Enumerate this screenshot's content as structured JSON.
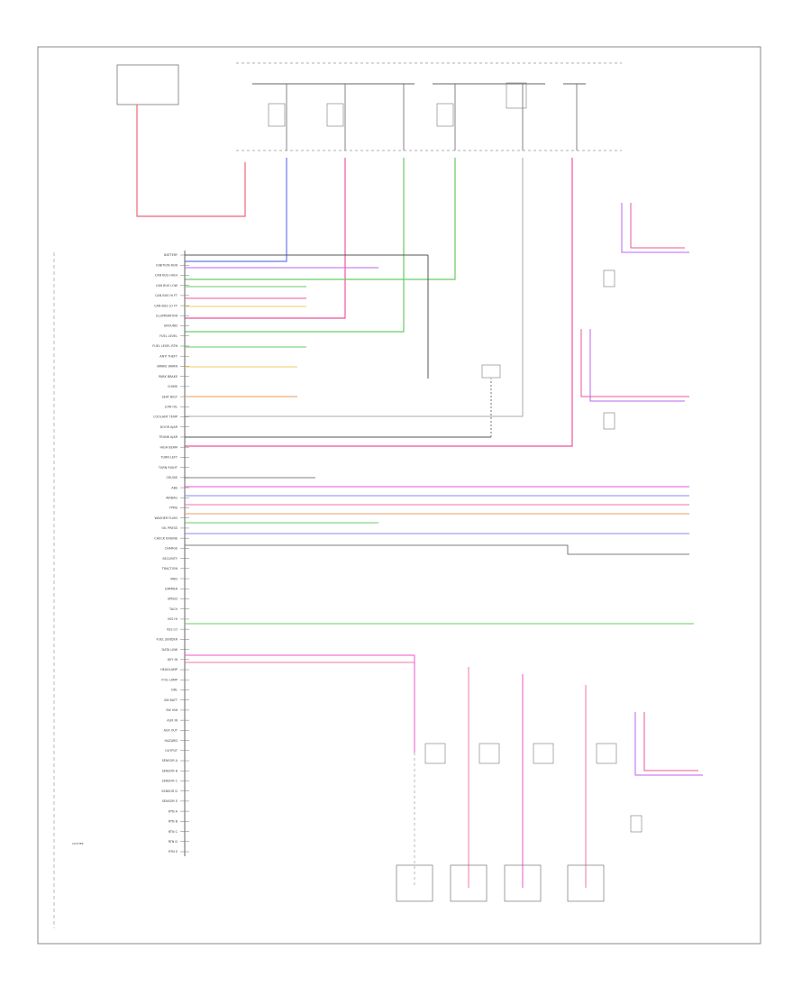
{
  "diagram": {
    "figure_label": "",
    "module_label": "CLUSTER",
    "left_pins": [
      "BATTERY",
      "IGNITION RUN",
      "CAN BUS HIGH",
      "CAN BUS LOW",
      "CAN BUS HI FT",
      "CAN BUS LO FT",
      "ILLUMINATION",
      "GROUND",
      "FUEL LEVEL",
      "FUEL LEVEL RTN",
      "ANTI THEFT",
      "BRAKE WARN",
      "PARK BRAKE",
      "CHIME",
      "SEAT BELT",
      "LOW OIL",
      "COOLANT TEMP",
      "DOOR AJAR",
      "TRUNK AJAR",
      "HIGH BEAM",
      "TURN LEFT",
      "TURN RIGHT",
      "CRUISE",
      "ABS",
      "AIRBAG",
      "TPMS",
      "WASHER FLUID",
      "OIL PRESS",
      "CHECK ENGINE",
      "CHARGE",
      "SECURITY",
      "TRACTION",
      "4WD",
      "DIMMER",
      "SPEED",
      "TACH",
      "VSS HI",
      "VSS LO",
      "FUEL SENDER",
      "DATA LINK",
      "KEY IN",
      "HEADLAMP",
      "FOG LAMP",
      "DRL",
      "SW BATT",
      "SW IGN",
      "AUX IN",
      "AUX OUT",
      "HAZARD",
      "OUTPUT",
      "SENSOR A",
      "SENSOR B",
      "SENSOR C",
      "SENSOR D",
      "SENSOR E",
      "RTN A",
      "RTN B",
      "RTN C",
      "RTN D",
      "RTN E"
    ]
  }
}
